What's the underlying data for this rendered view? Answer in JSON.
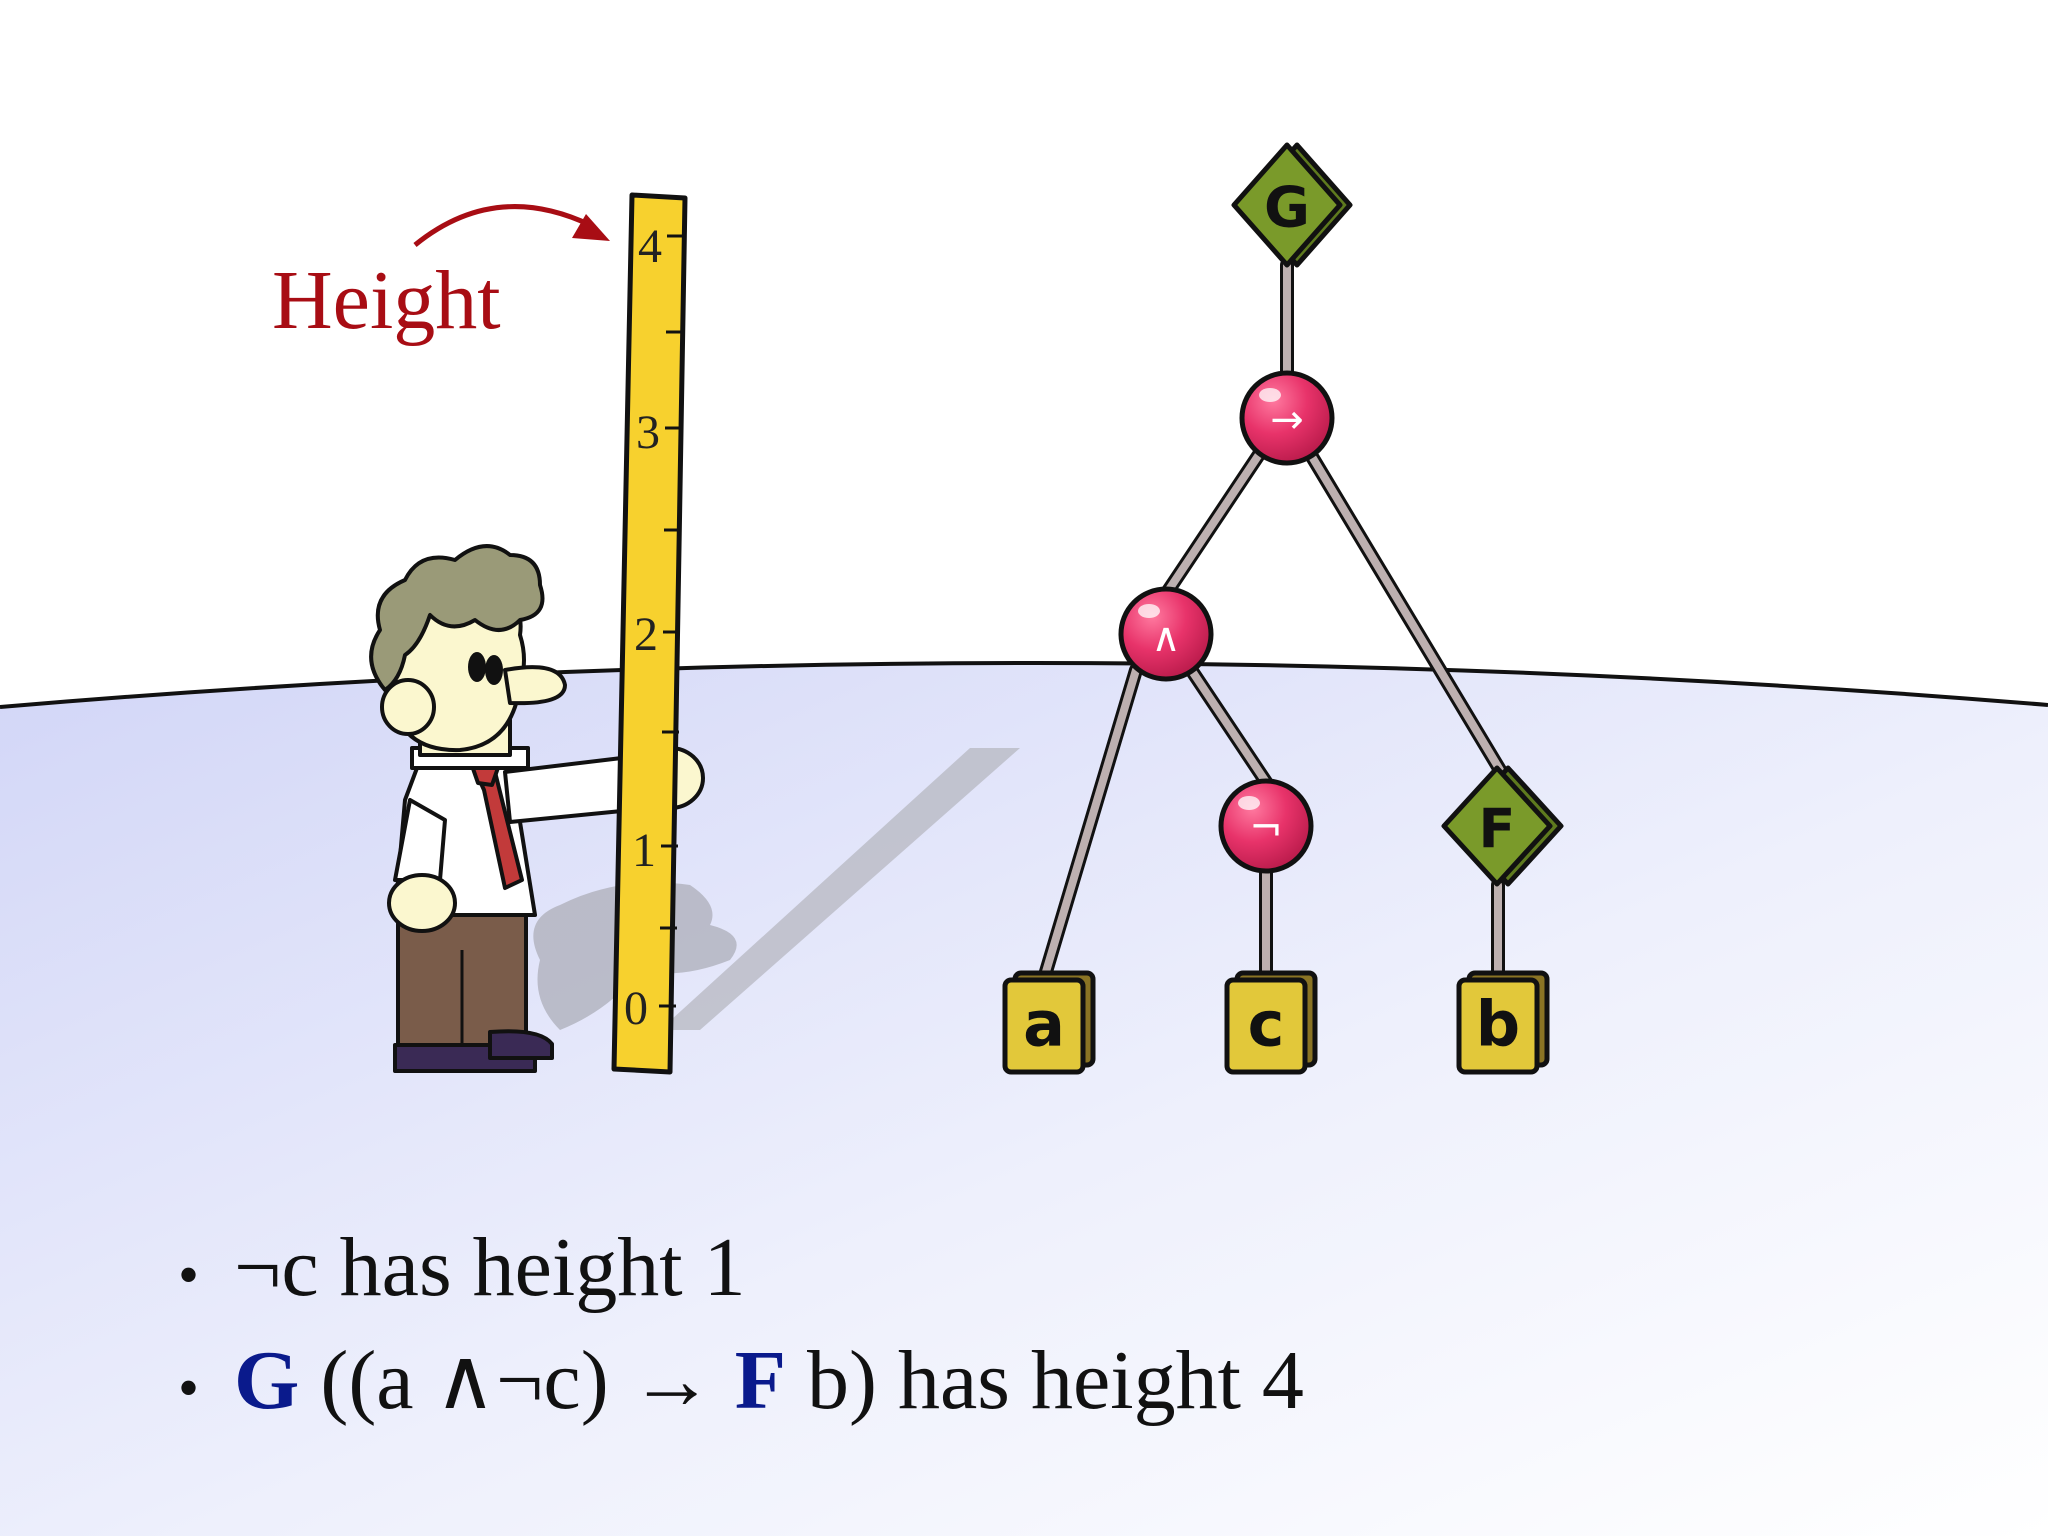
{
  "ruler": {
    "label": "Height",
    "ticks": [
      "4",
      "3",
      "2",
      "1",
      "0"
    ]
  },
  "tree": {
    "root": "G",
    "implies": "→",
    "and": "∧",
    "not": "¬",
    "eventually": "F",
    "leaf_a": "a",
    "leaf_c": "c",
    "leaf_b": "b"
  },
  "bullets": {
    "b1": {
      "text": "¬c has height 1"
    },
    "b2": {
      "op1": "G",
      "mid": " ((a ∧¬c) → ",
      "op2": "F",
      "tail": " b) has height 4"
    }
  },
  "colors": {
    "accent_red": "#a80d14",
    "operator_blue": "#0a1a8c",
    "diamond_green": "#7a9a2a",
    "sphere_pink": "#e8336a",
    "box_yellow": "#e2c83a",
    "ruler_yellow": "#f7d12e"
  }
}
